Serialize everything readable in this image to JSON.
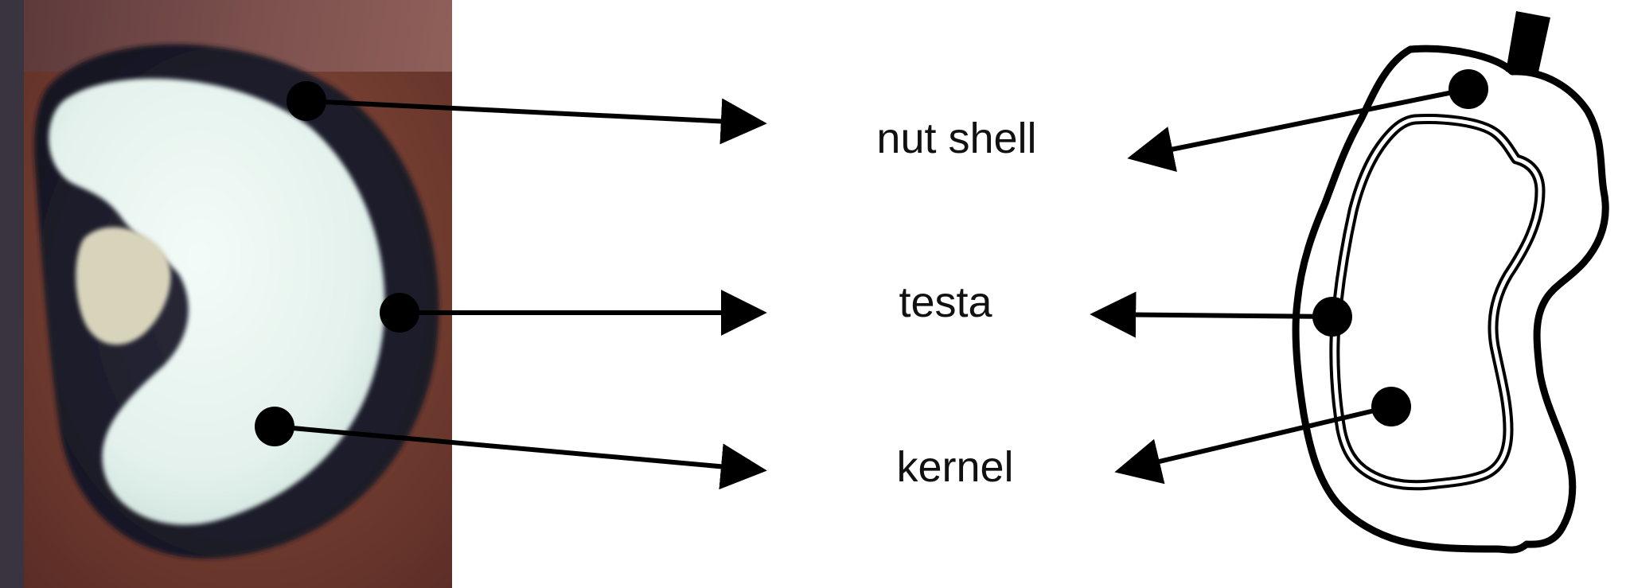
{
  "labels": {
    "nut_shell": "nut shell",
    "testa": "testa",
    "kernel": "kernel"
  },
  "colors": {
    "ink": "#000000",
    "kernel_fill": "#e6f3ef",
    "shell_dark": "#1d1d2c",
    "background_photo": "#6e3a2e"
  }
}
